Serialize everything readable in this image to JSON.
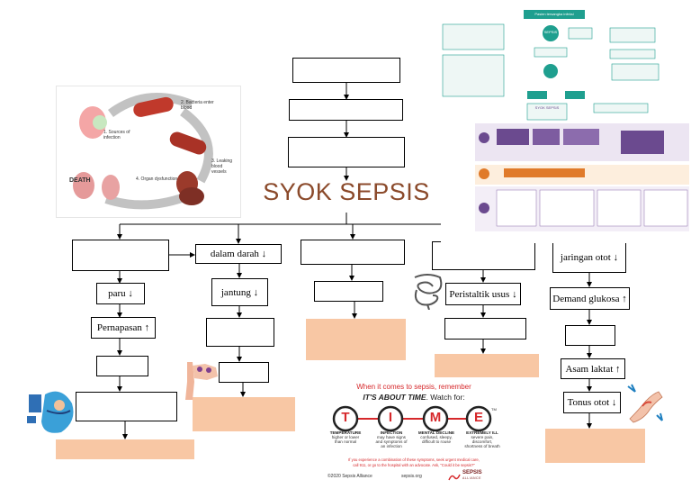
{
  "title": "SYOK SEPSIS",
  "labels": {
    "dalam_darah": "dalam darah ↓",
    "paru": "paru ↓",
    "pernapasan": "Pernapasan ↑",
    "jantung": "jantung ↓",
    "peristaltik": "Peristaltik usus ↓",
    "jaringan_otot": "jaringan otot ↓",
    "demand_glukosa": "Demand glukosa ↑",
    "asam_laktat": "Asam laktat ↑",
    "tonus_otot": "Tonus otot ↓"
  },
  "sepsis_panel": {
    "step1": "1. Sources of infection",
    "step2": "2. Bacteria enter blood",
    "step3": "3. Leaking blood vessels",
    "step4": "4. Organ dysfunction",
    "death": "DEATH"
  },
  "time_panel": {
    "intro": "When it comes to sepsis, remember",
    "headline_a": "IT'S ABOUT TIME",
    "headline_b": ". Watch for:",
    "letters": [
      "T",
      "I",
      "M",
      "E"
    ],
    "tm": "TM",
    "items": [
      {
        "head": "TEMPERATURE",
        "body1": "higher or lower",
        "body2": "than normal"
      },
      {
        "head": "INFECTION",
        "body1": "may have signs",
        "body2": "and symptoms of",
        "body3": "an infection"
      },
      {
        "head": "MENTAL DECLINE",
        "body1": "confused, sleepy,",
        "body2": "difficult to rouse"
      },
      {
        "head": "EXTREMELY ILL",
        "body1": "severe pain,",
        "body2": "discomfort,",
        "body3": "shortness of breath"
      }
    ],
    "footer1": "If you experience a combination of these symptoms, seek urgent medical care,",
    "footer2": "call 911, or go to the hospital with an advocate. Ask, \"Could it be sepsis?\"",
    "copyright": "©2020 Sepsis Alliance",
    "site": "sepsis.org",
    "logo_main": "SEPSIS",
    "logo_sub": "ALLIANCE"
  },
  "flow_panel": {
    "top": "Pasien tersangka infeksi",
    "sepsis": "SEPSIS",
    "syok": "SYOK SEPSIS"
  },
  "colors": {
    "peach": "#f8c7a4",
    "title": "#8b4a2b",
    "red": "#d6282b",
    "teal": "#1f9f8f",
    "purple": "#6b4a8f"
  },
  "icons": [
    "sepsis-cycle-illustration",
    "sepsis-flowchart",
    "breathing-illustration",
    "hand-illustration",
    "intestine-icon",
    "muscle-arm-icon"
  ]
}
